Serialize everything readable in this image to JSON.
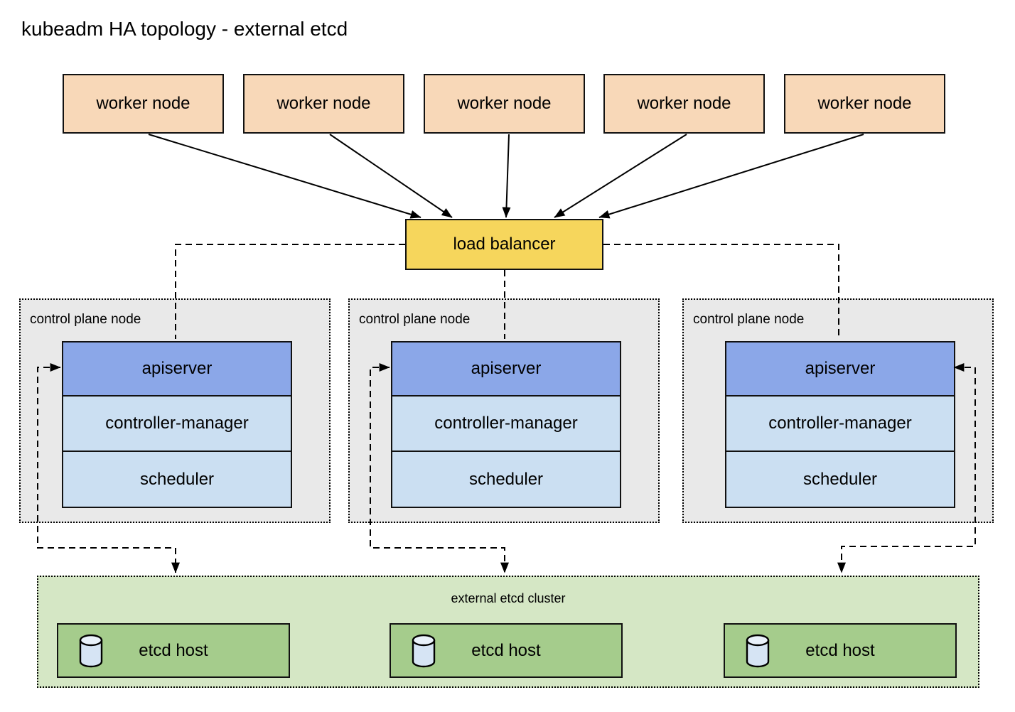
{
  "title": "kubeadm HA topology - external etcd",
  "colors": {
    "worker_fill": "#f8d8b8",
    "load_balancer_fill": "#f6d65c",
    "apiserver_fill": "#8ba7e8",
    "component_fill": "#cbdff2",
    "control_plane_fill": "#e9e9e9",
    "etcd_cluster_fill": "#d5e7c5",
    "etcd_host_fill": "#a5cc8c",
    "cylinder_fill": "#d6e4f4",
    "cylinder_top_fill": "#e9f1fa",
    "line_color": "#000000"
  },
  "workers": [
    {
      "label": "worker node"
    },
    {
      "label": "worker node"
    },
    {
      "label": "worker node"
    },
    {
      "label": "worker node"
    },
    {
      "label": "worker node"
    }
  ],
  "load_balancer": {
    "label": "load balancer"
  },
  "control_planes": [
    {
      "label": "control plane node",
      "components": [
        "apiserver",
        "controller-manager",
        "scheduler"
      ]
    },
    {
      "label": "control plane node",
      "components": [
        "apiserver",
        "controller-manager",
        "scheduler"
      ]
    },
    {
      "label": "control plane node",
      "components": [
        "apiserver",
        "controller-manager",
        "scheduler"
      ]
    }
  ],
  "etcd_cluster": {
    "label": "external etcd cluster",
    "hosts": [
      {
        "label": "etcd host",
        "icon": "database-icon"
      },
      {
        "label": "etcd host",
        "icon": "database-icon"
      },
      {
        "label": "etcd host",
        "icon": "database-icon"
      }
    ]
  },
  "edges": [
    {
      "from": "worker-node-1",
      "to": "load-balancer",
      "style": "solid",
      "arrow": "end"
    },
    {
      "from": "worker-node-2",
      "to": "load-balancer",
      "style": "solid",
      "arrow": "end"
    },
    {
      "from": "worker-node-3",
      "to": "load-balancer",
      "style": "solid",
      "arrow": "end"
    },
    {
      "from": "worker-node-4",
      "to": "load-balancer",
      "style": "solid",
      "arrow": "end"
    },
    {
      "from": "worker-node-5",
      "to": "load-balancer",
      "style": "solid",
      "arrow": "end"
    },
    {
      "from": "load-balancer",
      "to": "apiserver-1",
      "style": "dashed",
      "arrow": "none"
    },
    {
      "from": "load-balancer",
      "to": "apiserver-2",
      "style": "dashed",
      "arrow": "none"
    },
    {
      "from": "load-balancer",
      "to": "apiserver-3",
      "style": "dashed",
      "arrow": "none"
    },
    {
      "from": "apiserver-1",
      "to": "external-etcd-cluster",
      "style": "dashed",
      "arrow": "both"
    },
    {
      "from": "apiserver-2",
      "to": "external-etcd-cluster",
      "style": "dashed",
      "arrow": "both"
    },
    {
      "from": "apiserver-3",
      "to": "external-etcd-cluster",
      "style": "dashed",
      "arrow": "both"
    }
  ]
}
